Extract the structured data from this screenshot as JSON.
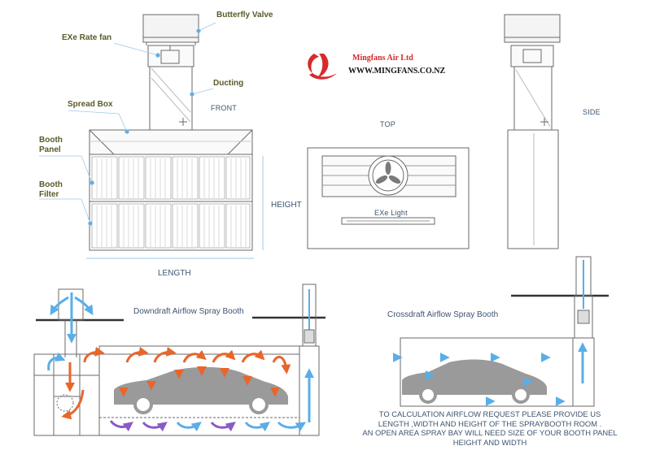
{
  "labels": {
    "butterfly_valve": "Butterfly Valve",
    "exe_rate_fan": "EXe Rate fan",
    "ducting": "Ducting",
    "spread_box": "Spread Box",
    "booth_panel_1": "Booth",
    "booth_panel_2": "Panel",
    "booth_filter_1": "Booth",
    "booth_filter_2": "Filter"
  },
  "views": {
    "front": "FRONT",
    "top": "TOP",
    "side": "SIDE",
    "height": "HEIGHT",
    "length": "LENGTH",
    "exe_light": "EXe Light"
  },
  "brand": {
    "name": "Mingfans Air Ltd",
    "url": "WWW.MINGFANS.CO.NZ",
    "color": "#d42b2b"
  },
  "booths": {
    "downdraft": "Downdraft Airflow Spray Booth",
    "crossdraft": "Crossdraft Airflow Spray Booth"
  },
  "note": {
    "line1": "TO CALCULATION AIRFLOW REQUEST PLEASE PROVIDE US",
    "line2": "LENGTH ,WIDTH AND HEIGHT OF THE SPRAYBOOTH ROOM .",
    "line3": "AN OPEN AREA SPRAY BAY WILL NEED SIZE OF YOUR BOOTH PANEL",
    "line4": "HEIGHT AND WIDTH"
  },
  "colors": {
    "line": "#6a6a6a",
    "leader": "#9ec9e8",
    "airflow_blue": "#5aaee8",
    "airflow_warm": "#e8662a",
    "car": "#9a9a9a"
  }
}
